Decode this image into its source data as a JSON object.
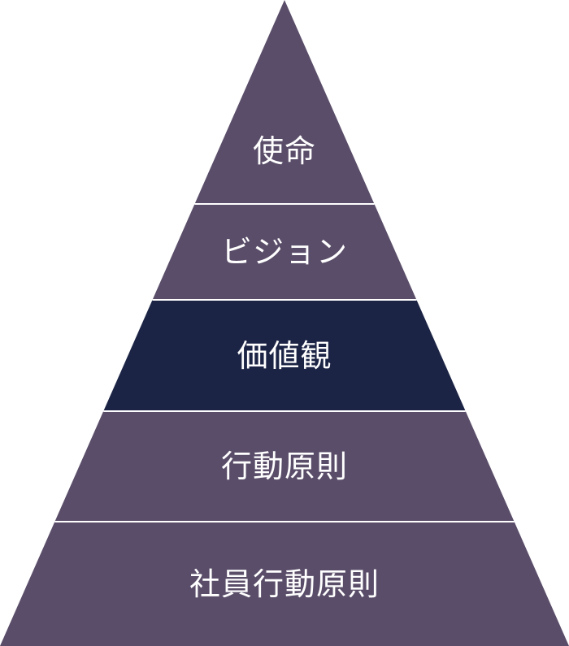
{
  "diagram": {
    "colors": {
      "tier": "#5a4d69",
      "highlight": "#1c2445",
      "divider": "#ffffff",
      "text": "#ffffff"
    },
    "tiers": [
      {
        "label": "使命",
        "highlight": false
      },
      {
        "label": "ビジョン",
        "highlight": false
      },
      {
        "label": "価値観",
        "highlight": true
      },
      {
        "label": "行動原則",
        "highlight": false
      },
      {
        "label": "社員行動原則",
        "highlight": false
      }
    ]
  }
}
